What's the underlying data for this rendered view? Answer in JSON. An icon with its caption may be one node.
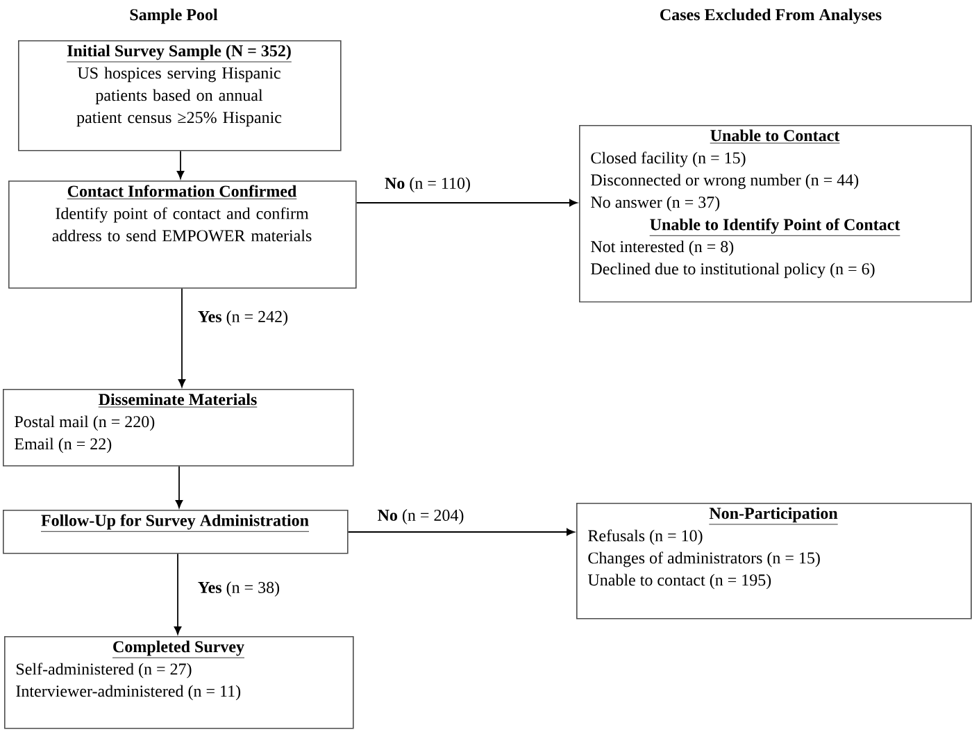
{
  "diagram": {
    "nodes": [
      {
        "text": [
          "Initial Survey Sample (N = 352)",
          "US hospices serving Hispanic patients based on annual patient census ≥25% Hispanic"
        ]
      },
      {
        "text": [
          "Contact Information Confirmed",
          "Identify point of contact and confirm address to send EMPOWER materials"
        ]
      },
      {
        "text": [
          "Unable to Contact",
          "Closed facility (n = 15)",
          "Disconnected or wrong number (n = 44)",
          "No answer (n = 37)",
          "Unable to Identify Point of Contact",
          "Not interested (n = 8)",
          "Declined due to institutional policy (n = 6)"
        ]
      },
      {
        "text": [
          "Disseminate Materials",
          "Postal mail (n = 220)",
          "Email (n = 22)"
        ]
      },
      {
        "text": [
          "Follow-Up for Survey Administration"
        ]
      },
      {
        "text": [
          "Non-Participation",
          "Refusals (n = 10)",
          "Changes of administrators (n = 15)",
          "Unable to contact (n = 195)"
        ]
      },
      {
        "text": [
          "Completed Survey",
          "Self-administered (n = 27)",
          "Interviewer-administered (n = 11)"
        ]
      }
    ],
    "edges": [
      {
        "from": 0,
        "to": 1,
        "arrow": "to"
      },
      {
        "from": 1,
        "to": 2,
        "arrow": "to",
        "label": "**No** (n = 110)"
      },
      {
        "from": 1,
        "to": 3,
        "arrow": "to",
        "label": "**Yes** (n = 242)"
      },
      {
        "from": 3,
        "to": 4,
        "arrow": "to"
      },
      {
        "from": 4,
        "to": 5,
        "arrow": "to",
        "label": "**No** (n = 204)"
      },
      {
        "from": 4,
        "to": 6,
        "arrow": "to",
        "label": "**Yes** (n = 38)"
      }
    ],
    "labels": [
      "Sample Pool",
      "Cases Excluded From Analyses"
    ]
  }
}
